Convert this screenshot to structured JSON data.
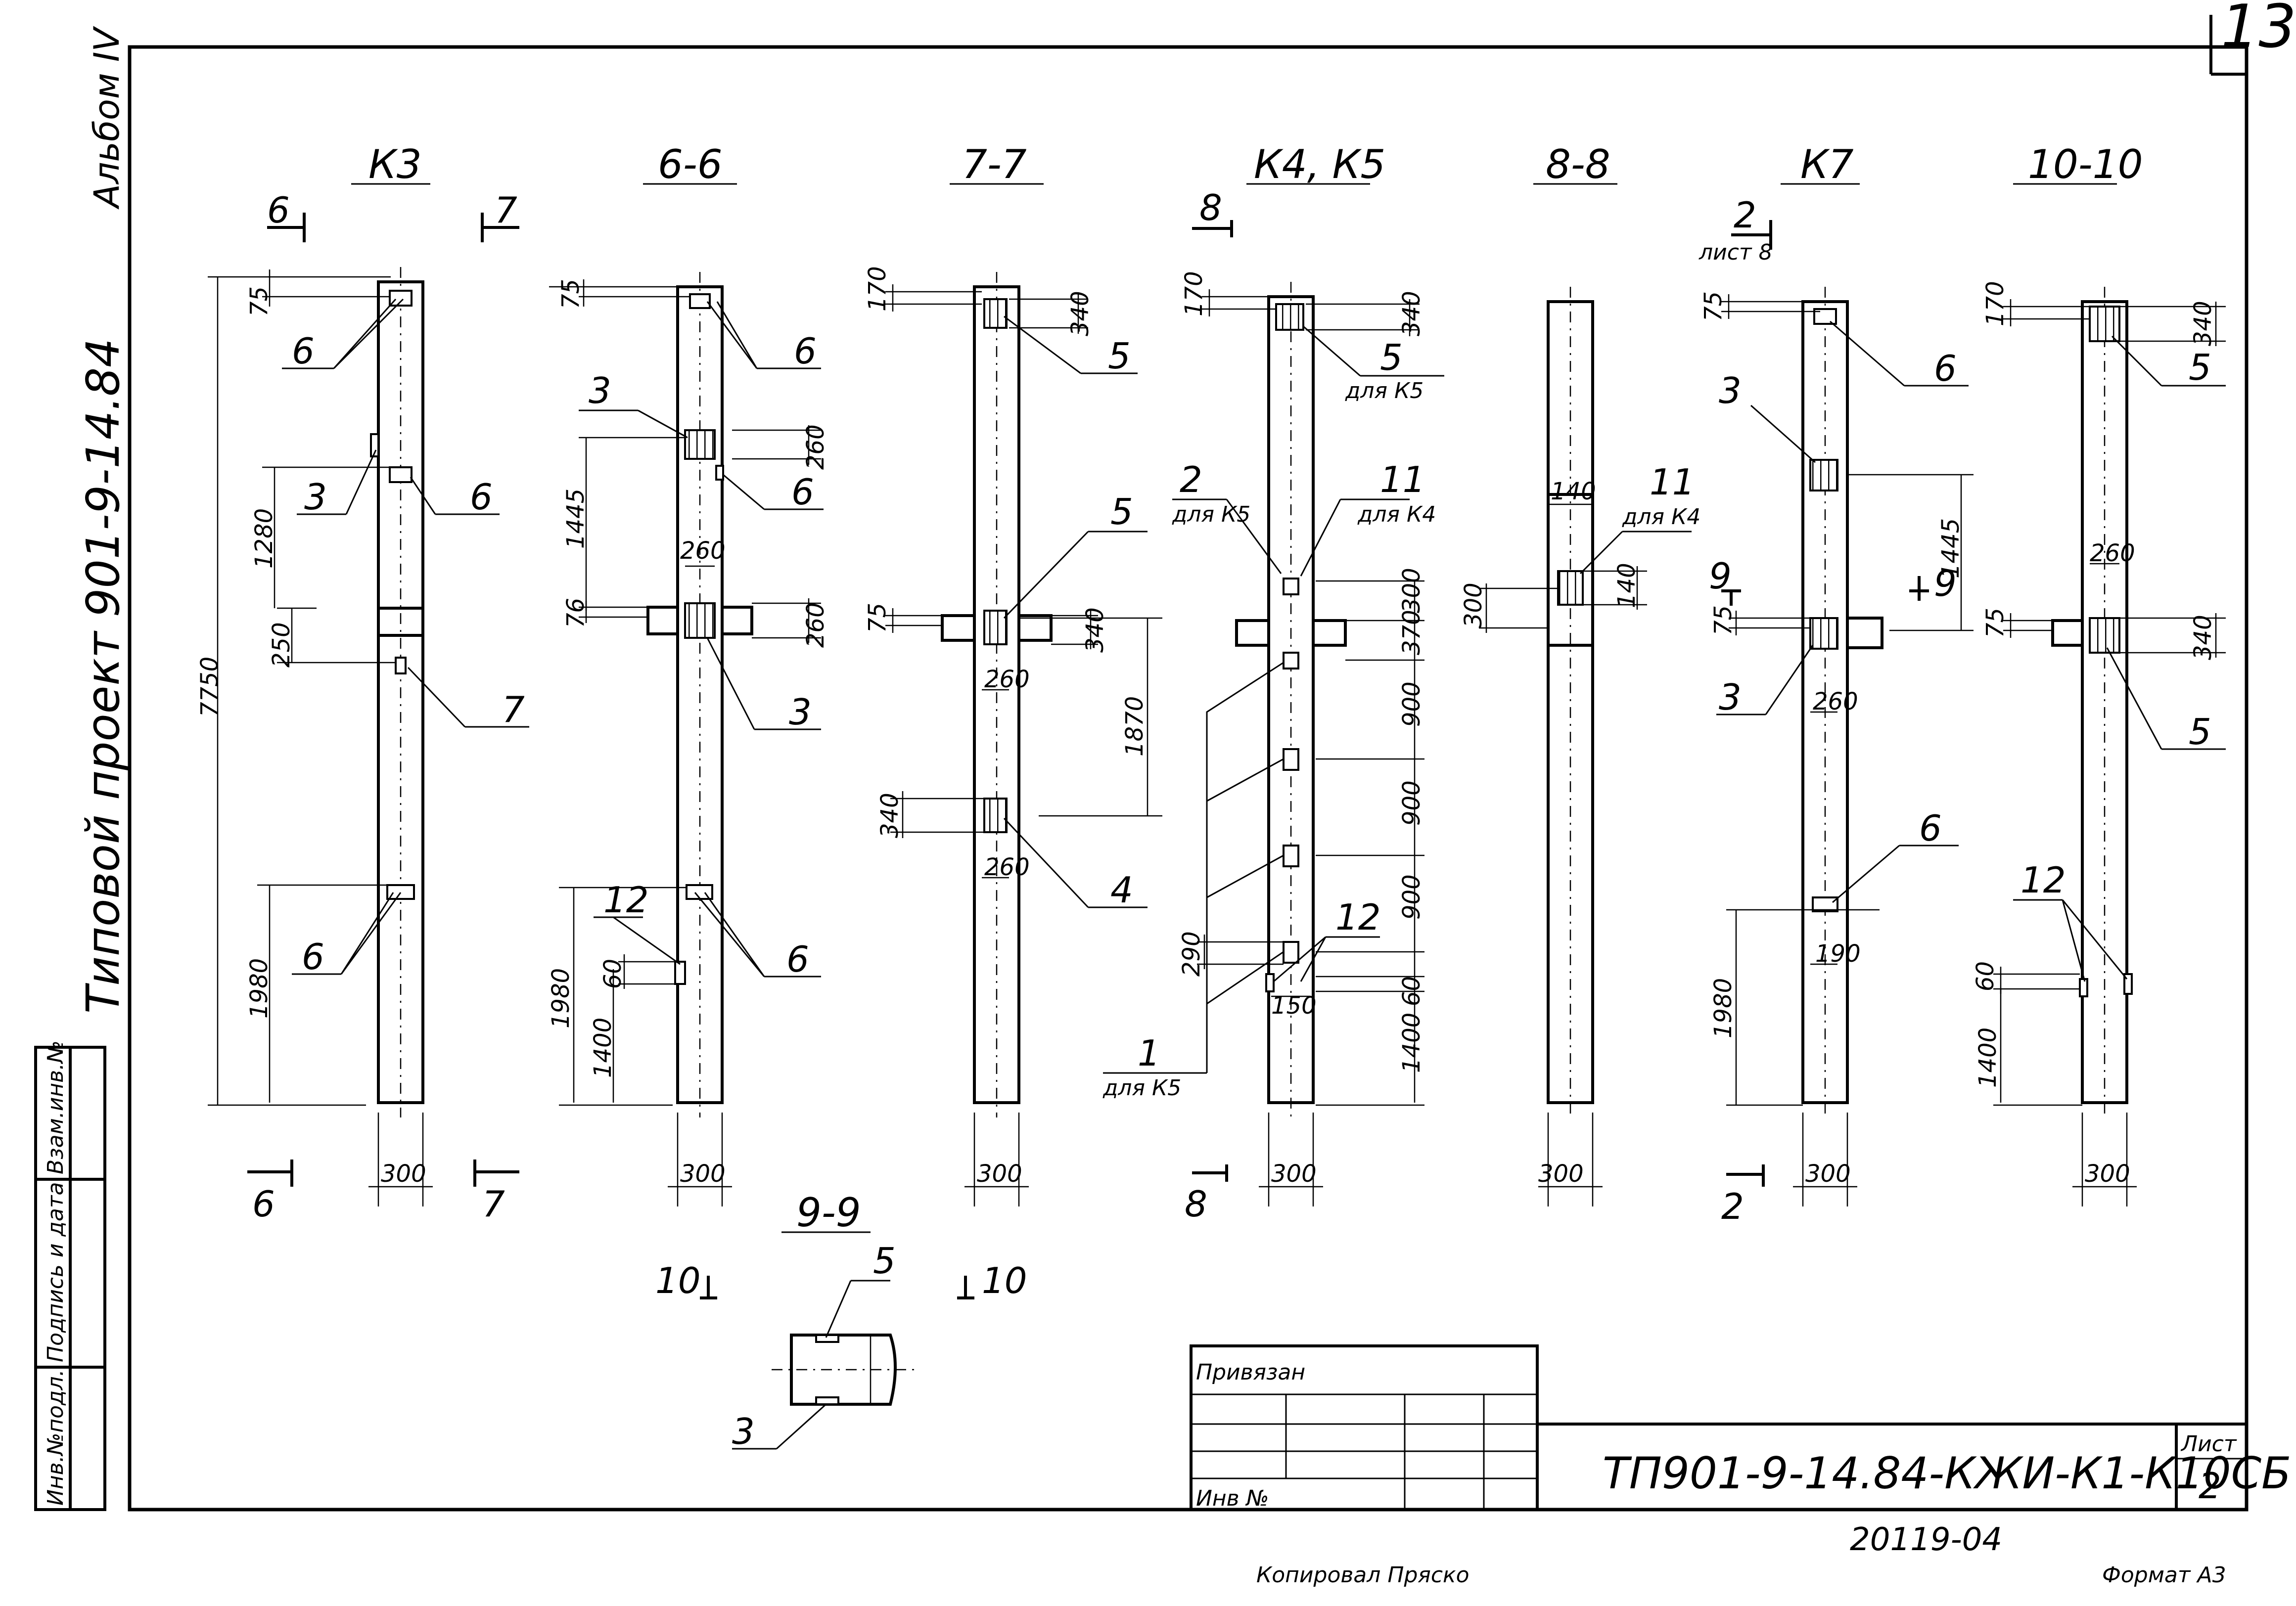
{
  "sheet": {
    "page_number": "13",
    "album": "Альбом IV",
    "project": "Типовой проект 901-9-14.84",
    "code": "ТП901-9-14.84-КЖИ-К1-К10СБ",
    "sheet_label": "Лист",
    "sheet_number": "2",
    "doc_number": "20119-04",
    "copied_by": "Копировал Пряско",
    "format": "Формат А3",
    "privyazan": "Привязан",
    "inv_no": "Инв №",
    "side_stamp": [
      "Инв.№подл.",
      "Подпись и дата",
      "Взам.инв.№"
    ]
  },
  "views": {
    "k3": {
      "title": "К3",
      "section_marks": [
        "6",
        "7",
        "6",
        "7"
      ],
      "dims": [
        "75",
        "1280",
        "250",
        "7750",
        "1980",
        "300"
      ],
      "callouts": [
        "6",
        "3",
        "6",
        "7",
        "6"
      ]
    },
    "s66": {
      "title": "6-6",
      "dims": [
        "75",
        "1445",
        "260",
        "260",
        "76",
        "260",
        "1980",
        "1400",
        "60",
        "300"
      ],
      "callouts": [
        "6",
        "3",
        "6",
        "3",
        "12",
        "6"
      ]
    },
    "s77": {
      "title": "7-7",
      "dims": [
        "170",
        "340",
        "75",
        "340",
        "260",
        "1870",
        "340",
        "260",
        "300"
      ],
      "callouts": [
        "5",
        "5",
        "4"
      ]
    },
    "k45": {
      "title": "К4, К5",
      "section_marks": [
        "8",
        "8"
      ],
      "dims": [
        "170",
        "340",
        "300",
        "370",
        "900",
        "900",
        "900",
        "290",
        "150",
        "1400",
        "60",
        "300"
      ],
      "callouts": [
        "5",
        "для К5",
        "2",
        "для К5",
        "11",
        "для К4",
        "12",
        "1",
        "для К5"
      ]
    },
    "s88": {
      "title": "8-8",
      "dims": [
        "140",
        "300",
        "140",
        "300"
      ],
      "callouts": [
        "11",
        "для К4"
      ]
    },
    "k7": {
      "title": "К7",
      "section_marks": [
        "2",
        "лист 8",
        "2",
        "9",
        "9"
      ],
      "dims": [
        "75",
        "1445",
        "75",
        "260",
        "190",
        "1980",
        "300"
      ],
      "callouts": [
        "6",
        "3",
        "3",
        "6"
      ]
    },
    "s1010": {
      "title": "10-10",
      "dims": [
        "170",
        "340",
        "260",
        "75",
        "340",
        "60",
        "1400",
        "300"
      ],
      "callouts": [
        "5",
        "5",
        "12"
      ]
    },
    "s99": {
      "title": "9-9",
      "section_marks": [
        "10",
        "10"
      ],
      "callouts": [
        "5",
        "3"
      ]
    }
  }
}
